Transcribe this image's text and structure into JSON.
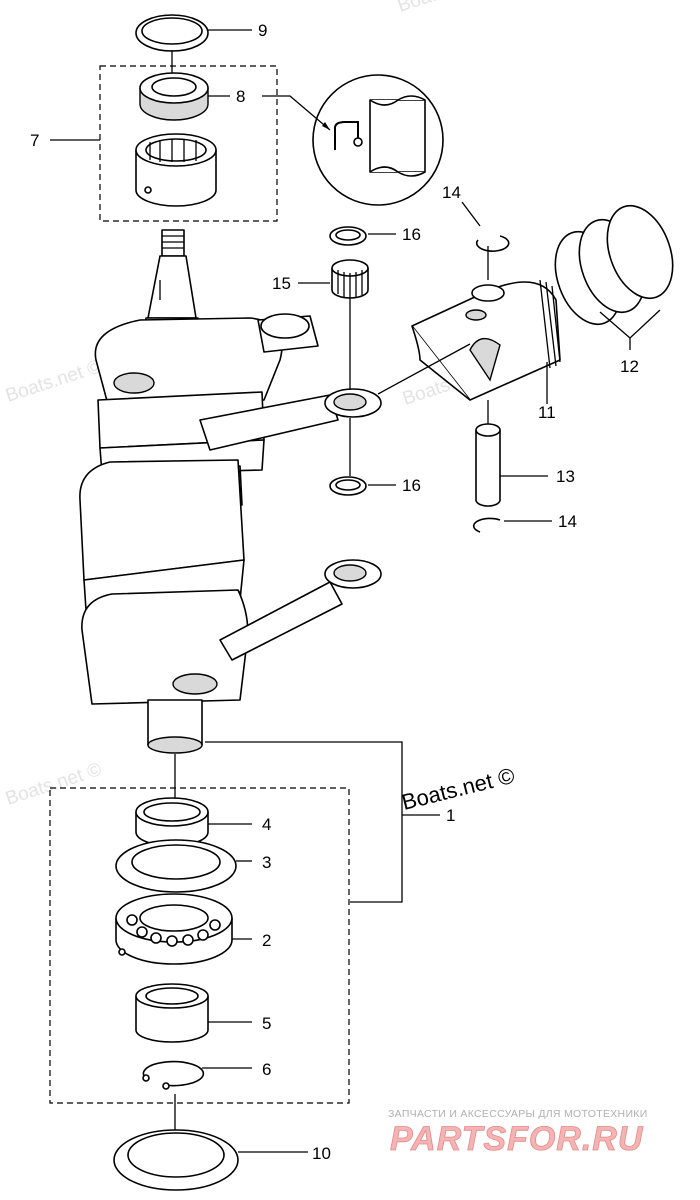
{
  "callouts": {
    "c1": "1",
    "c2": "2",
    "c3": "3",
    "c4": "4",
    "c5": "5",
    "c6": "6",
    "c7": "7",
    "c8": "8",
    "c9": "9",
    "c10": "10",
    "c11": "11",
    "c12": "12",
    "c13": "13",
    "c14_top": "14",
    "c14_bottom": "14",
    "c15": "15",
    "c16_top": "16",
    "c16_bottom": "16"
  },
  "copyright": "Boats.net ©",
  "watermarks": {
    "wm1": "Boats.net ©",
    "wm2": "Boats.net ©",
    "wm3": "Boats.net ©",
    "wm4": "Boats.net ©"
  },
  "store": {
    "tagline": "ЗАПЧАСТИ И АКСЕССУАРЫ ДЛЯ МОТОТЕХНИКИ",
    "name": "PARTSFOR.RU"
  },
  "colors": {
    "line": "#000000",
    "watermark": "#e3e3e3",
    "store_accent": "#e58a8a"
  }
}
